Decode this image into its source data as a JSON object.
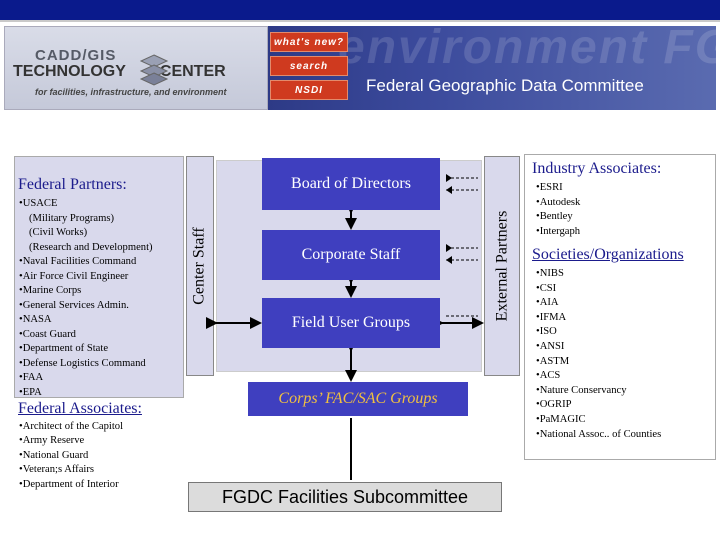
{
  "banner": {
    "cadd_line1": "CADD/GIS",
    "cadd_line2a": "TECHNOLOGY",
    "cadd_line2b": "CENTER",
    "cadd_line3": "for facilities, infrastructure, and environment",
    "nav_whats_new": "what's new?",
    "nav_search": "search",
    "nav_nsdi": "NSDI",
    "fgdc_watermark": "environment FGDC",
    "fgdc_title": "Federal Geographic Data Committee"
  },
  "federal_partners": {
    "heading": "Federal Partners:",
    "items": [
      "•USACE",
      "(Military Programs)",
      "(Civil Works)",
      "(Research and Development)",
      "•Naval Facilities Command",
      "•Air Force Civil Engineer",
      "•Marine Corps",
      "•General Services Admin.",
      "•NASA",
      "•Coast Guard",
      "•Department of State",
      "•Defense Logistics Command",
      "•FAA",
      "•EPA"
    ]
  },
  "federal_associates": {
    "heading": "Federal Associates:",
    "items": [
      "•Architect of the Capitol",
      "•Army Reserve",
      "•National Guard",
      "•Veteran;s Affairs",
      "•Department of Interior"
    ]
  },
  "center_staff": "Center Staff",
  "external_partners": "External Partners",
  "org": {
    "board": "Board of Directors",
    "corporate_staff": "Corporate Staff",
    "field_groups": "Field User Groups",
    "corps_groups": "Corps’ FAC/SAC Groups",
    "fgdc_sub": "FGDC Facilities Subcommittee"
  },
  "industry": {
    "heading": "Industry Associates:",
    "items": [
      "•ESRI",
      "•Autodesk",
      "•Bentley",
      "•Intergaph"
    ]
  },
  "societies": {
    "heading": "Societies/Organizations",
    "items": [
      "•NIBS",
      "•CSI",
      "•AIA",
      "•IFMA",
      "•ISO",
      "•ANSI",
      "•ASTM",
      "•ACS",
      "•Nature Conservancy",
      "•OGRIP",
      "•PaMAGIC",
      "•National Assoc.. of Counties"
    ]
  },
  "colors": {
    "top_bar": "#0a1a8c",
    "org_box": "#3f3fbf",
    "panel": "#d9d9ec",
    "heading": "#1b1b8c",
    "corps_text": "#f0c040"
  }
}
